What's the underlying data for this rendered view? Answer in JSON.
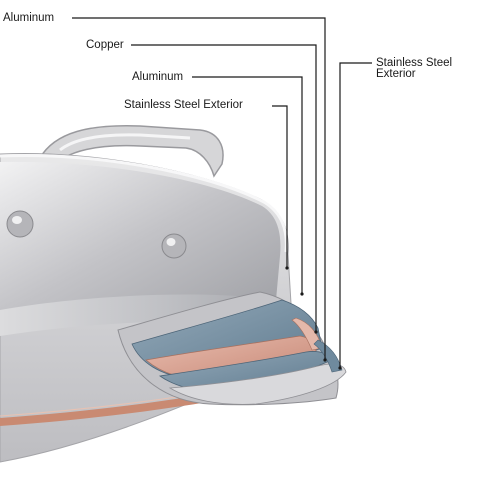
{
  "labels": {
    "aluminum_outer": "Aluminum",
    "copper": "Copper",
    "aluminum_inner": "Aluminum",
    "stainless_interior": "Stainless Steel Exterior",
    "stainless_exterior": "Stainless Steel Exterior"
  },
  "colors": {
    "steel": "#c9c9cc",
    "aluminum_layer": "#7e96a8",
    "copper_layer": "#d8a595",
    "leader_line": "#1a1a1a"
  }
}
